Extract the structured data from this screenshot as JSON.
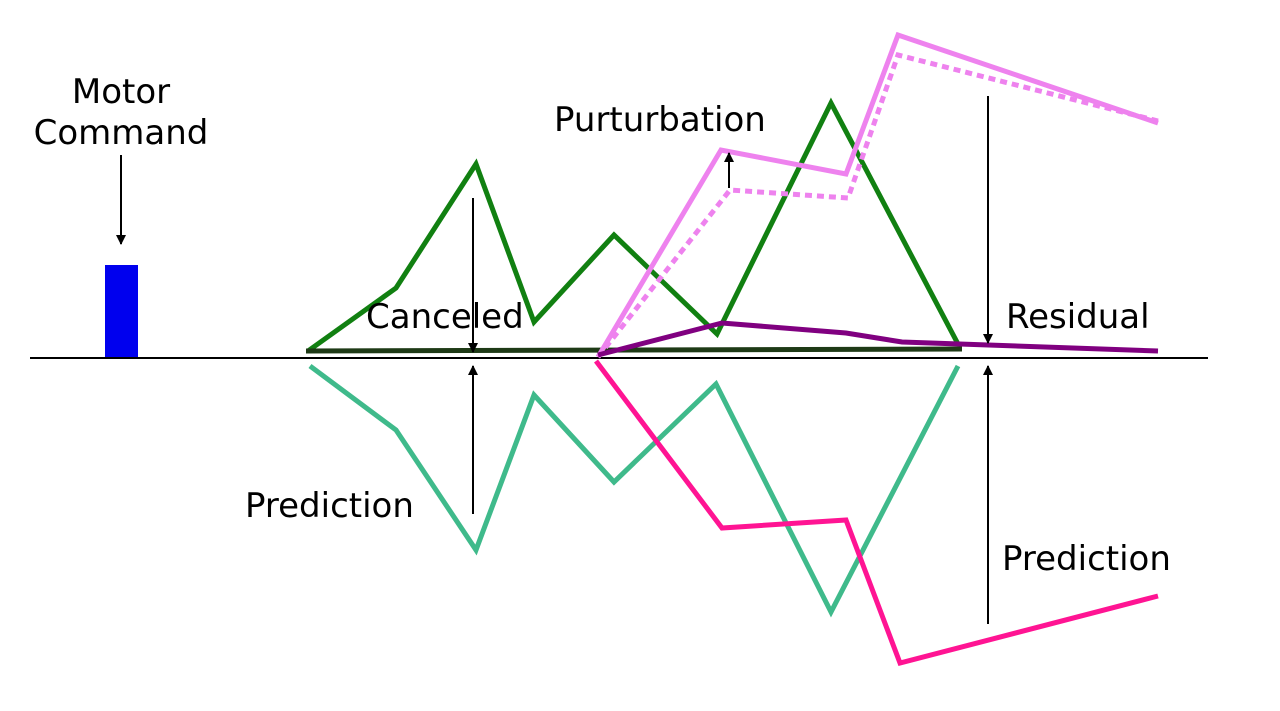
{
  "labels": {
    "motor_command_line1": "Motor",
    "motor_command_line2": "Command",
    "purturbation": "Purturbation",
    "canceled": "Canceled",
    "residual": "Residual",
    "prediction_left": "Prediction",
    "prediction_right": "Prediction"
  },
  "colors": {
    "motor_command": "#0000ee",
    "signal": "#118011",
    "prediction": "#3fba8b",
    "perturbation": "#ee82ee",
    "perturbation_prediction": "#ff1493",
    "residual": "#800080",
    "canceled": "#1e3a16",
    "axis": "#000000"
  }
}
